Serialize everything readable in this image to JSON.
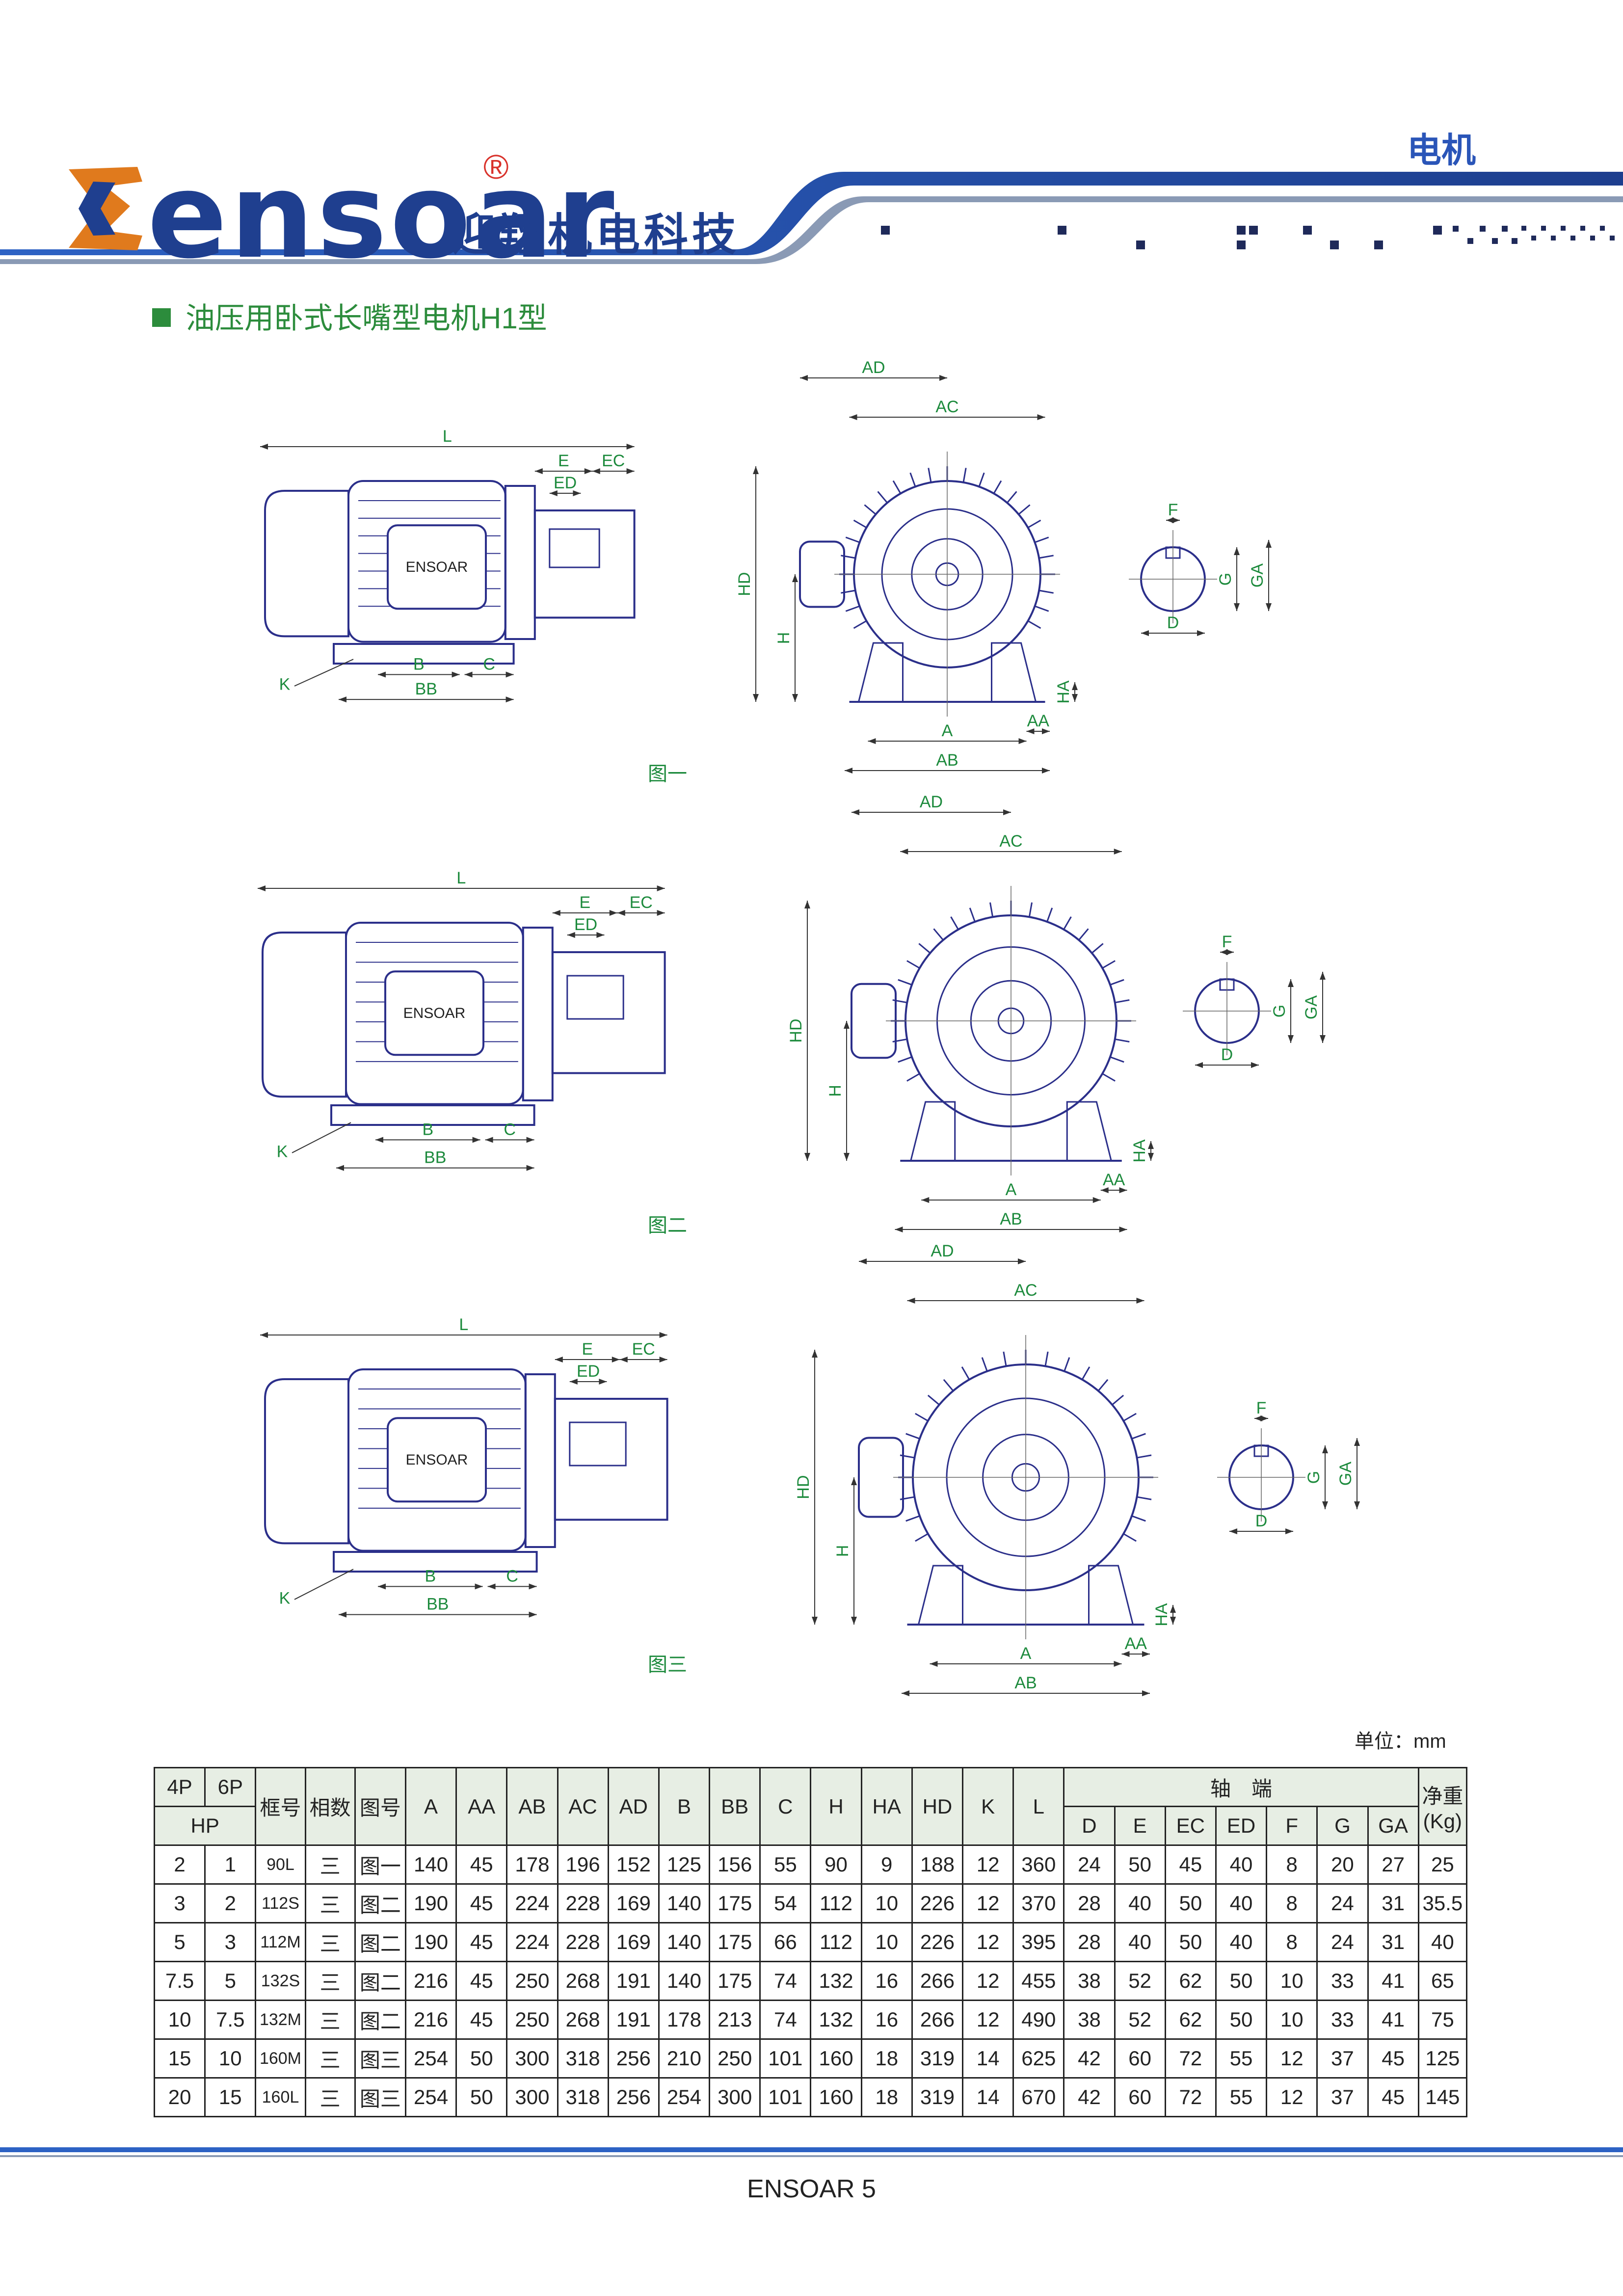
{
  "header": {
    "logo_text": "ensoar",
    "logo_registered": "®",
    "logo_subtitle": "迎翔机电科技",
    "category": "电机"
  },
  "section": {
    "title": "油压用卧式长嘴型电机H1型"
  },
  "figures": [
    {
      "caption": "图一",
      "nameplate": "ENSOAR",
      "side_labels": {
        "L": "L",
        "E": "E",
        "EC": "EC",
        "ED": "ED",
        "K": "K",
        "B": "B",
        "C": "C",
        "BB": "BB"
      },
      "front_labels": {
        "AD": "AD",
        "AC": "AC",
        "HD": "HD",
        "H": "H",
        "HA": "HA",
        "A": "A",
        "AA": "AA",
        "AB": "AB"
      },
      "shaft_labels": {
        "F": "F",
        "G": "G",
        "GA": "GA",
        "D": "D"
      }
    },
    {
      "caption": "图二",
      "nameplate": "ENSOAR",
      "side_labels": {
        "L": "L",
        "E": "E",
        "EC": "EC",
        "ED": "ED",
        "K": "K",
        "B": "B",
        "C": "C",
        "BB": "BB"
      },
      "front_labels": {
        "AD": "AD",
        "AC": "AC",
        "HD": "HD",
        "H": "H",
        "HA": "HA",
        "A": "A",
        "AA": "AA",
        "AB": "AB"
      },
      "shaft_labels": {
        "F": "F",
        "G": "G",
        "GA": "GA",
        "D": "D"
      }
    },
    {
      "caption": "图三",
      "nameplate": "ENSOAR",
      "side_labels": {
        "L": "L",
        "E": "E",
        "EC": "EC",
        "ED": "ED",
        "K": "K",
        "B": "B",
        "C": "C",
        "BB": "BB"
      },
      "front_labels": {
        "AD": "AD",
        "AC": "AC",
        "HD": "HD",
        "H": "H",
        "HA": "HA",
        "A": "A",
        "AA": "AA",
        "AB": "AB"
      },
      "shaft_labels": {
        "F": "F",
        "G": "G",
        "GA": "GA",
        "D": "D"
      }
    }
  ],
  "table": {
    "unit": "单位：mm",
    "headers": {
      "p4": "4P",
      "p6": "6P",
      "hp": "HP",
      "frame": "框号",
      "phase": "相数",
      "figure": "图号",
      "A": "A",
      "AA": "AA",
      "AB": "AB",
      "AC": "AC",
      "AD": "AD",
      "B": "B",
      "BB": "BB",
      "C": "C",
      "H": "H",
      "HA": "HA",
      "HD": "HD",
      "K": "K",
      "L": "L",
      "shaft_group": "轴　端",
      "D": "D",
      "E": "E",
      "EC": "EC",
      "ED": "ED",
      "F": "F",
      "G": "G",
      "GA": "GA",
      "weight": "净重",
      "weight_unit": "(Kg)"
    },
    "rows": [
      [
        "2",
        "1",
        "90L",
        "三",
        "图一",
        "140",
        "45",
        "178",
        "196",
        "152",
        "125",
        "156",
        "55",
        "90",
        "9",
        "188",
        "12",
        "360",
        "24",
        "50",
        "45",
        "40",
        "8",
        "20",
        "27",
        "25"
      ],
      [
        "3",
        "2",
        "112S",
        "三",
        "图二",
        "190",
        "45",
        "224",
        "228",
        "169",
        "140",
        "175",
        "54",
        "112",
        "10",
        "226",
        "12",
        "370",
        "28",
        "40",
        "50",
        "40",
        "8",
        "24",
        "31",
        "35.5"
      ],
      [
        "5",
        "3",
        "112M",
        "三",
        "图二",
        "190",
        "45",
        "224",
        "228",
        "169",
        "140",
        "175",
        "66",
        "112",
        "10",
        "226",
        "12",
        "395",
        "28",
        "40",
        "50",
        "40",
        "8",
        "24",
        "31",
        "40"
      ],
      [
        "7.5",
        "5",
        "132S",
        "三",
        "图二",
        "216",
        "45",
        "250",
        "268",
        "191",
        "140",
        "175",
        "74",
        "132",
        "16",
        "266",
        "12",
        "455",
        "38",
        "52",
        "62",
        "50",
        "10",
        "33",
        "41",
        "65"
      ],
      [
        "10",
        "7.5",
        "132M",
        "三",
        "图二",
        "216",
        "45",
        "250",
        "268",
        "191",
        "178",
        "213",
        "74",
        "132",
        "16",
        "266",
        "12",
        "490",
        "38",
        "52",
        "62",
        "50",
        "10",
        "33",
        "41",
        "75"
      ],
      [
        "15",
        "10",
        "160M",
        "三",
        "图三",
        "254",
        "50",
        "300",
        "318",
        "256",
        "210",
        "250",
        "101",
        "160",
        "18",
        "319",
        "14",
        "625",
        "42",
        "60",
        "72",
        "55",
        "12",
        "37",
        "45",
        "125"
      ],
      [
        "20",
        "15",
        "160L",
        "三",
        "图三",
        "254",
        "50",
        "300",
        "318",
        "256",
        "254",
        "300",
        "101",
        "160",
        "18",
        "319",
        "14",
        "670",
        "42",
        "60",
        "72",
        "55",
        "12",
        "37",
        "45",
        "145"
      ]
    ]
  },
  "footer": {
    "page_label": "ENSOAR 5"
  },
  "colors": {
    "brand_blue": "#1f3f8f",
    "accent_red": "#d9322b",
    "title_green": "#2c8c3c",
    "drawing_line": "#2b2f8a",
    "dimension_green": "#1c8a3c"
  }
}
